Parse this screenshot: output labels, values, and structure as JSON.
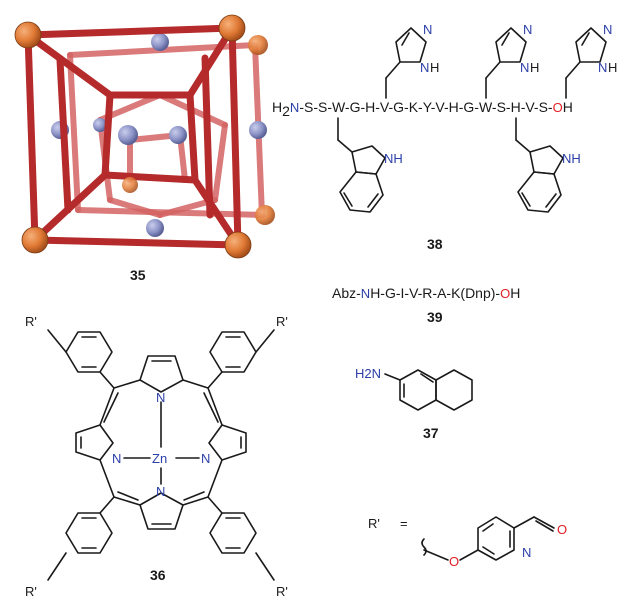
{
  "compounds": {
    "c35": {
      "number": "35"
    },
    "c36": {
      "number": "36",
      "metal": "Zn",
      "n": "N",
      "r_prime": "R'"
    },
    "c37": {
      "number": "37",
      "amine": "H2N"
    },
    "c38": {
      "number": "38",
      "n_term_h": "H",
      "n_term_sub": "2",
      "n_term_n": "N",
      "sequence": "-S-S-W-G-H-V-G-K-Y-V-H-G-W-S-H-V-S-",
      "c_term_o": "O",
      "c_term_h": "H",
      "imidazole_n": "N",
      "imidazole_nh": "N",
      "imidazole_h": "H",
      "indole_nh": "NH"
    },
    "c39": {
      "number": "39",
      "prefix": "Abz-",
      "n_atom": "N",
      "middle": "H-G-I-V-R-A-K(Dnp)-",
      "o_atom": "O",
      "suffix": "H"
    }
  },
  "r_prime_definition": {
    "label": "R'",
    "equals": "=",
    "o_atom": "O",
    "n_atom": "N",
    "carbonyl_o": "O"
  },
  "colors": {
    "nitrogen": "#2b3fa8",
    "oxygen": "#e31e24",
    "cage_rod": "#b52a2a",
    "cage_vertex": "#e07a35",
    "cage_inner": "#8d94c7"
  }
}
